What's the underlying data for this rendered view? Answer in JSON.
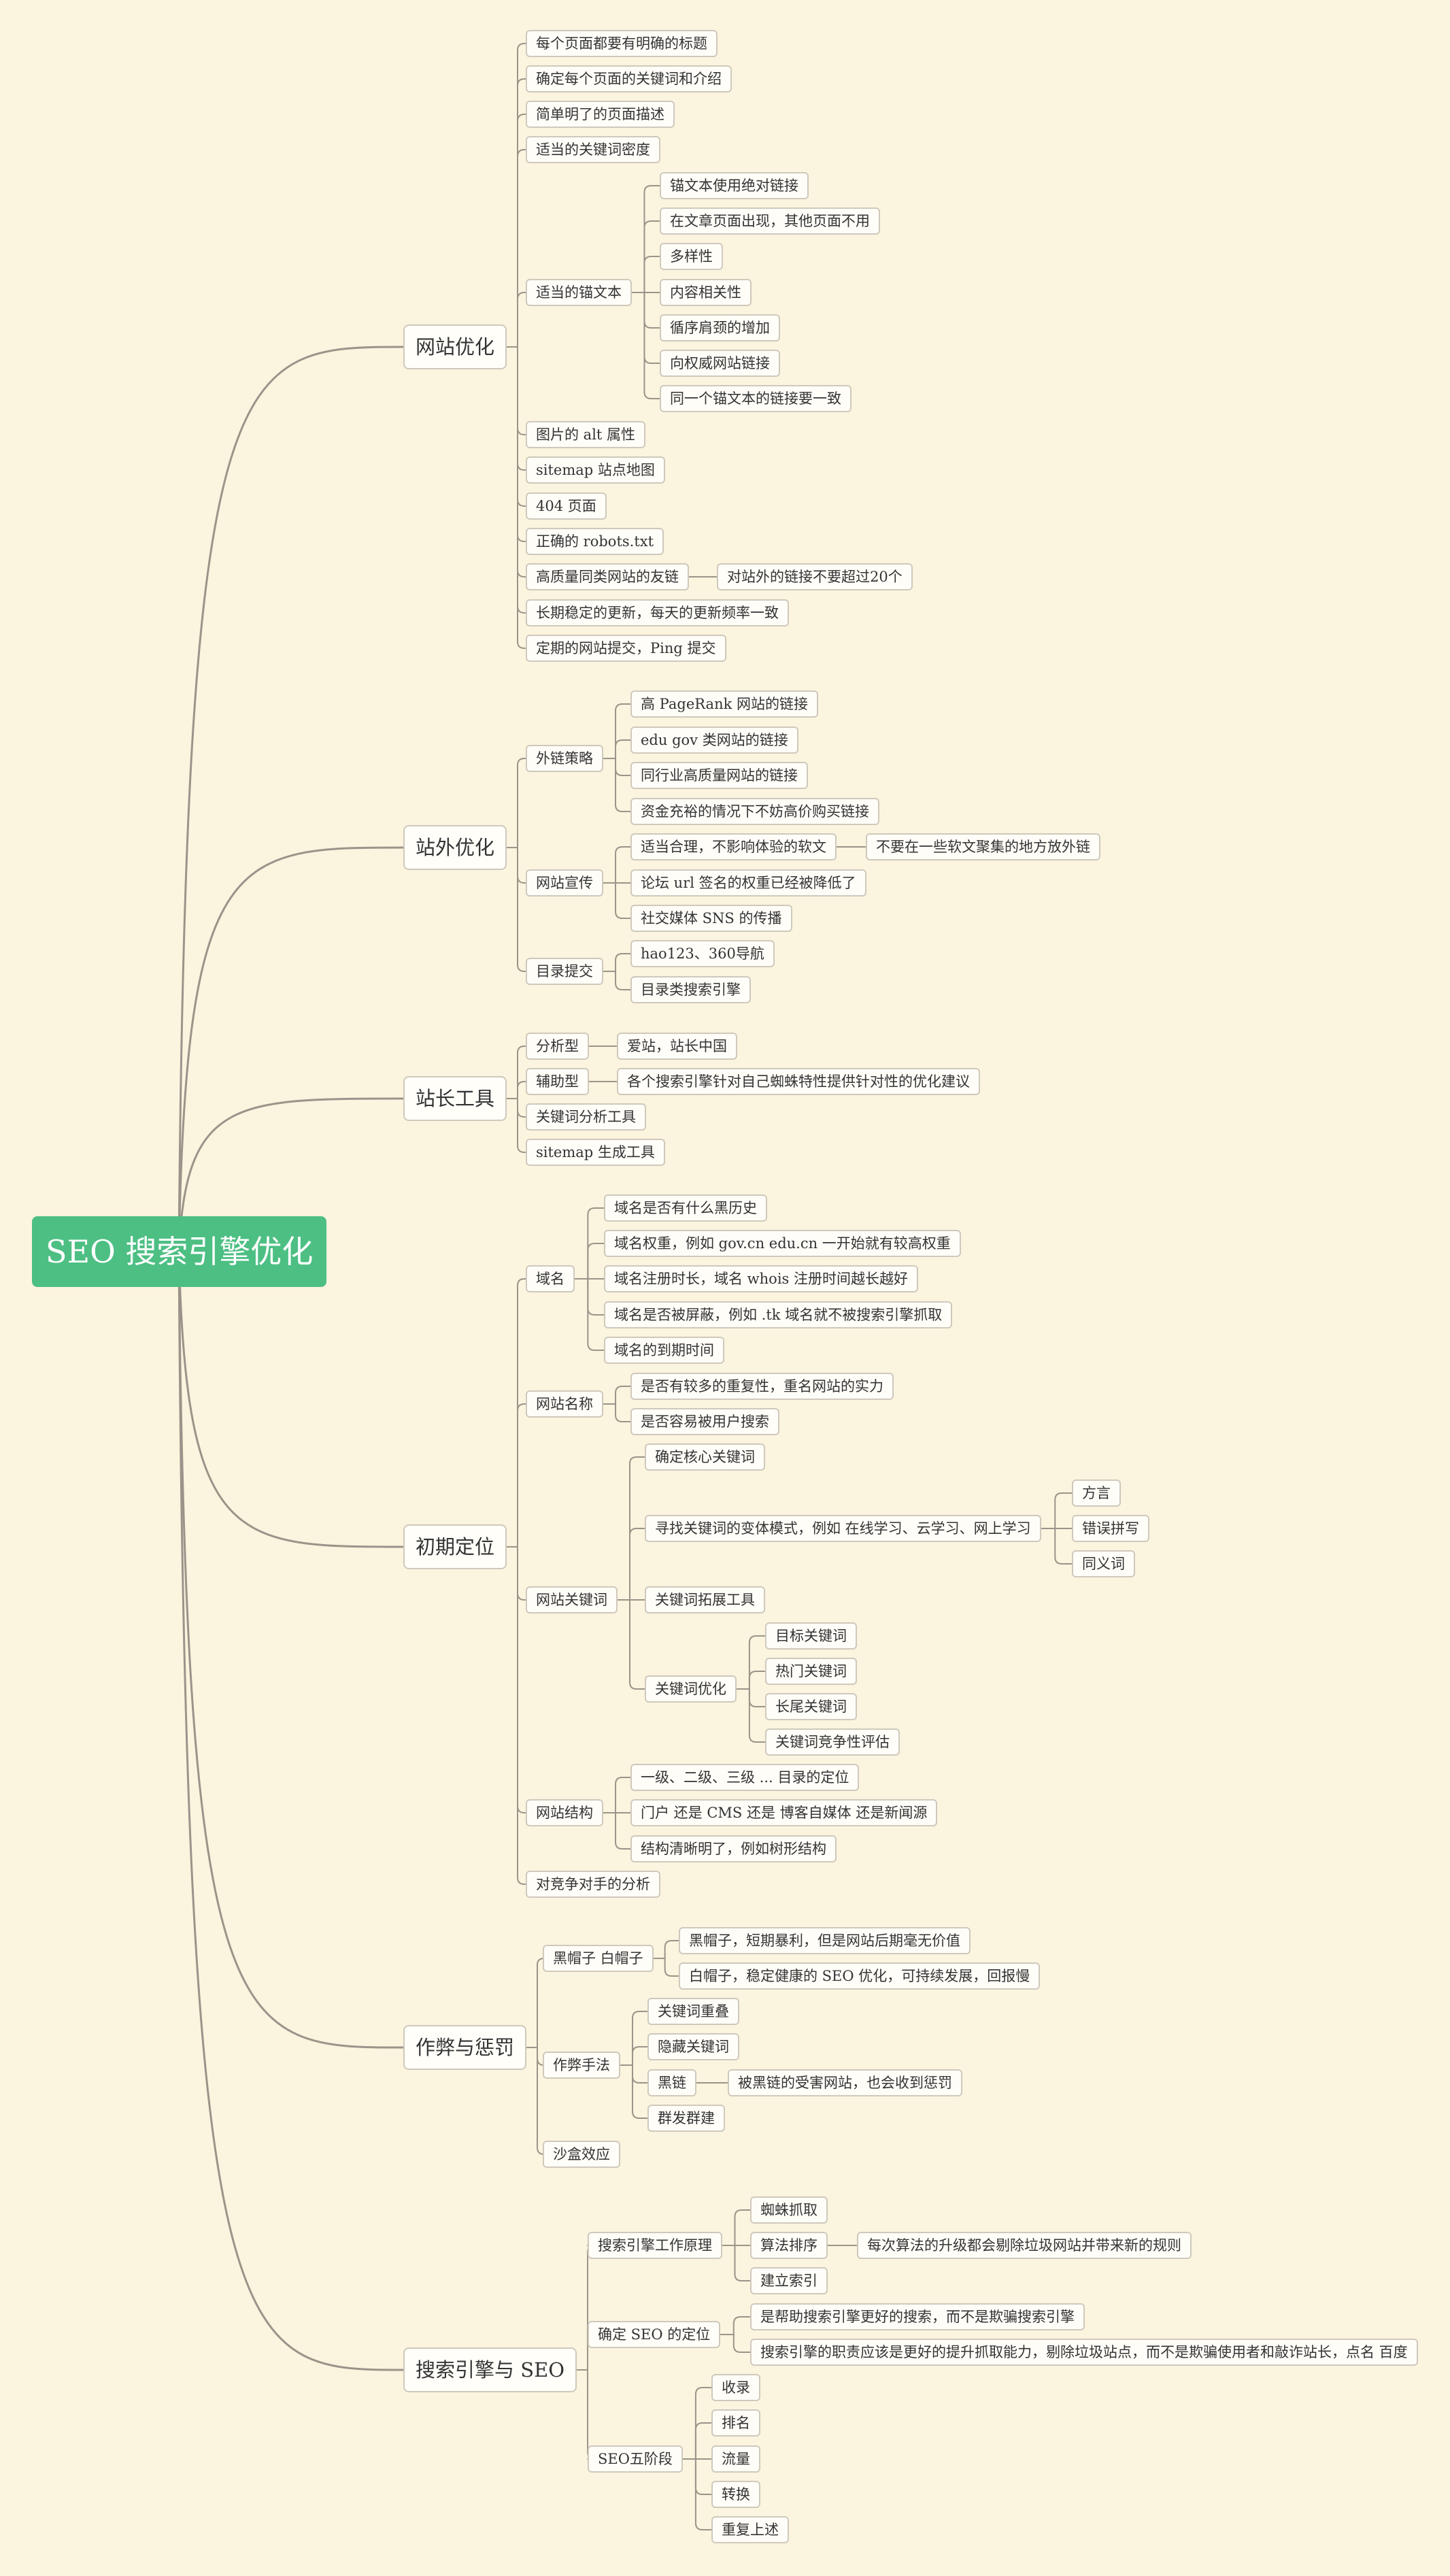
{
  "theme": {
    "background": "#fbf4de",
    "root_fill": "#4dbf83",
    "line_color": "#9a948a",
    "node_border": "#cfc9bd"
  },
  "root": {
    "label": "SEO 搜索引擎优化"
  },
  "nodes": [
    {
      "id": "n1",
      "parent": "root",
      "label": "网站优化"
    },
    {
      "id": "n1_1",
      "parent": "n1",
      "label": "每个页面都要有明确的标题"
    },
    {
      "id": "n1_2",
      "parent": "n1",
      "label": "确定每个页面的关键词和介绍"
    },
    {
      "id": "n1_3",
      "parent": "n1",
      "label": "简单明了的页面描述"
    },
    {
      "id": "n1_4",
      "parent": "n1",
      "label": "适当的关键词密度"
    },
    {
      "id": "n1_5",
      "parent": "n1",
      "label": "适当的锚文本"
    },
    {
      "id": "n1_5_1",
      "parent": "n1_5",
      "label": "锚文本使用绝对链接"
    },
    {
      "id": "n1_5_2",
      "parent": "n1_5",
      "label": "在文章页面出现，其他页面不用"
    },
    {
      "id": "n1_5_3",
      "parent": "n1_5",
      "label": "多样性"
    },
    {
      "id": "n1_5_4",
      "parent": "n1_5",
      "label": "内容相关性"
    },
    {
      "id": "n1_5_5",
      "parent": "n1_5",
      "label": "循序肩颈的增加"
    },
    {
      "id": "n1_5_6",
      "parent": "n1_5",
      "label": "向权威网站链接"
    },
    {
      "id": "n1_5_7",
      "parent": "n1_5",
      "label": "同一个锚文本的链接要一致"
    },
    {
      "id": "n1_6",
      "parent": "n1",
      "label": "图片的 alt 属性"
    },
    {
      "id": "n1_7",
      "parent": "n1",
      "label": "sitemap 站点地图"
    },
    {
      "id": "n1_8",
      "parent": "n1",
      "label": "404 页面"
    },
    {
      "id": "n1_9",
      "parent": "n1",
      "label": "正确的 robots.txt"
    },
    {
      "id": "n1_10",
      "parent": "n1",
      "label": "高质量同类网站的友链"
    },
    {
      "id": "n1_10_1",
      "parent": "n1_10",
      "label": "对站外的链接不要超过20个"
    },
    {
      "id": "n1_11",
      "parent": "n1",
      "label": "长期稳定的更新，每天的更新频率一致"
    },
    {
      "id": "n1_12",
      "parent": "n1",
      "label": "定期的网站提交，Ping 提交"
    },
    {
      "id": "n2",
      "parent": "root",
      "label": "站外优化"
    },
    {
      "id": "n2_1",
      "parent": "n2",
      "label": "外链策略"
    },
    {
      "id": "n2_1_1",
      "parent": "n2_1",
      "label": "高 PageRank 网站的链接"
    },
    {
      "id": "n2_1_2",
      "parent": "n2_1",
      "label": "edu gov 类网站的链接"
    },
    {
      "id": "n2_1_3",
      "parent": "n2_1",
      "label": "同行业高质量网站的链接"
    },
    {
      "id": "n2_1_4",
      "parent": "n2_1",
      "label": "资金充裕的情况下不妨高价购买链接"
    },
    {
      "id": "n2_2",
      "parent": "n2",
      "label": "网站宣传"
    },
    {
      "id": "n2_2_1",
      "parent": "n2_2",
      "label": "适当合理，不影响体验的软文"
    },
    {
      "id": "n2_2_1_1",
      "parent": "n2_2_1",
      "label": "不要在一些软文聚集的地方放外链"
    },
    {
      "id": "n2_2_2",
      "parent": "n2_2",
      "label": "论坛 url 签名的权重已经被降低了"
    },
    {
      "id": "n2_2_3",
      "parent": "n2_2",
      "label": "社交媒体 SNS 的传播"
    },
    {
      "id": "n2_3",
      "parent": "n2",
      "label": "目录提交"
    },
    {
      "id": "n2_3_1",
      "parent": "n2_3",
      "label": "hao123、360导航"
    },
    {
      "id": "n2_3_2",
      "parent": "n2_3",
      "label": "目录类搜索引擎"
    },
    {
      "id": "n3",
      "parent": "root",
      "label": "站长工具"
    },
    {
      "id": "n3_1",
      "parent": "n3",
      "label": "分析型"
    },
    {
      "id": "n3_1_1",
      "parent": "n3_1",
      "label": "爱站，站长中国"
    },
    {
      "id": "n3_2",
      "parent": "n3",
      "label": "辅助型"
    },
    {
      "id": "n3_2_1",
      "parent": "n3_2",
      "label": "各个搜索引擎针对自己蜘蛛特性提供针对性的优化建议"
    },
    {
      "id": "n3_3",
      "parent": "n3",
      "label": "关键词分析工具"
    },
    {
      "id": "n3_4",
      "parent": "n3",
      "label": "sitemap 生成工具"
    },
    {
      "id": "n4",
      "parent": "root",
      "label": "初期定位"
    },
    {
      "id": "n4_1",
      "parent": "n4",
      "label": "域名"
    },
    {
      "id": "n4_1_1",
      "parent": "n4_1",
      "label": "域名是否有什么黑历史"
    },
    {
      "id": "n4_1_2",
      "parent": "n4_1",
      "label": "域名权重，例如 gov.cn edu.cn 一开始就有较高权重"
    },
    {
      "id": "n4_1_3",
      "parent": "n4_1",
      "label": "域名注册时长，域名 whois 注册时间越长越好"
    },
    {
      "id": "n4_1_4",
      "parent": "n4_1",
      "label": "域名是否被屏蔽，例如 .tk 域名就不被搜索引擎抓取"
    },
    {
      "id": "n4_1_5",
      "parent": "n4_1",
      "label": "域名的到期时间"
    },
    {
      "id": "n4_2",
      "parent": "n4",
      "label": "网站名称"
    },
    {
      "id": "n4_2_1",
      "parent": "n4_2",
      "label": "是否有较多的重复性，重名网站的实力"
    },
    {
      "id": "n4_2_2",
      "parent": "n4_2",
      "label": "是否容易被用户搜索"
    },
    {
      "id": "n4_3",
      "parent": "n4",
      "label": "网站关键词"
    },
    {
      "id": "n4_3_1",
      "parent": "n4_3",
      "label": "确定核心关键词"
    },
    {
      "id": "n4_3_2",
      "parent": "n4_3",
      "label": "寻找关键词的变体模式，例如 在线学习、云学习、网上学习"
    },
    {
      "id": "n4_3_2_1",
      "parent": "n4_3_2",
      "label": "方言"
    },
    {
      "id": "n4_3_2_2",
      "parent": "n4_3_2",
      "label": "错误拼写"
    },
    {
      "id": "n4_3_2_3",
      "parent": "n4_3_2",
      "label": "同义词"
    },
    {
      "id": "n4_3_3",
      "parent": "n4_3",
      "label": "关键词拓展工具"
    },
    {
      "id": "n4_3_4",
      "parent": "n4_3",
      "label": "关键词优化"
    },
    {
      "id": "n4_3_4_1",
      "parent": "n4_3_4",
      "label": "目标关键词"
    },
    {
      "id": "n4_3_4_2",
      "parent": "n4_3_4",
      "label": "热门关键词"
    },
    {
      "id": "n4_3_4_3",
      "parent": "n4_3_4",
      "label": "长尾关键词"
    },
    {
      "id": "n4_3_4_4",
      "parent": "n4_3_4",
      "label": "关键词竞争性评估"
    },
    {
      "id": "n4_4",
      "parent": "n4",
      "label": "网站结构"
    },
    {
      "id": "n4_4_1",
      "parent": "n4_4",
      "label": "一级、二级、三级 ... 目录的定位"
    },
    {
      "id": "n4_4_2",
      "parent": "n4_4",
      "label": "门户 还是 CMS 还是 博客自媒体 还是新闻源"
    },
    {
      "id": "n4_4_3",
      "parent": "n4_4",
      "label": "结构清晰明了，例如树形结构"
    },
    {
      "id": "n4_5",
      "parent": "n4",
      "label": "对竞争对手的分析"
    },
    {
      "id": "n5",
      "parent": "root",
      "label": "作弊与惩罚"
    },
    {
      "id": "n5_1",
      "parent": "n5",
      "label": "黑帽子 白帽子"
    },
    {
      "id": "n5_1_1",
      "parent": "n5_1",
      "label": "黑帽子，短期暴利，但是网站后期毫无价值"
    },
    {
      "id": "n5_1_2",
      "parent": "n5_1",
      "label": "白帽子，稳定健康的 SEO 优化，可持续发展，回报慢"
    },
    {
      "id": "n5_2",
      "parent": "n5",
      "label": "作弊手法"
    },
    {
      "id": "n5_2_1",
      "parent": "n5_2",
      "label": "关键词重叠"
    },
    {
      "id": "n5_2_2",
      "parent": "n5_2",
      "label": "隐藏关键词"
    },
    {
      "id": "n5_2_3",
      "parent": "n5_2",
      "label": "黑链"
    },
    {
      "id": "n5_2_3_1",
      "parent": "n5_2_3",
      "label": "被黑链的受害网站，也会收到惩罚"
    },
    {
      "id": "n5_2_4",
      "parent": "n5_2",
      "label": "群发群建"
    },
    {
      "id": "n5_3",
      "parent": "n5",
      "label": "沙盒效应"
    },
    {
      "id": "n6",
      "parent": "root",
      "label": "搜索引擎与 SEO"
    },
    {
      "id": "n6_1",
      "parent": "n6",
      "label": "搜索引擎工作原理"
    },
    {
      "id": "n6_1_1",
      "parent": "n6_1",
      "label": "蜘蛛抓取"
    },
    {
      "id": "n6_1_2",
      "parent": "n6_1",
      "label": "算法排序"
    },
    {
      "id": "n6_1_2_1",
      "parent": "n6_1_2",
      "label": "每次算法的升级都会剔除垃圾网站并带来新的规则"
    },
    {
      "id": "n6_1_3",
      "parent": "n6_1",
      "label": "建立索引"
    },
    {
      "id": "n6_2",
      "parent": "n6",
      "label": "确定 SEO 的定位"
    },
    {
      "id": "n6_2_1",
      "parent": "n6_2",
      "label": "是帮助搜索引擎更好的搜索，而不是欺骗搜索引擎"
    },
    {
      "id": "n6_2_2",
      "parent": "n6_2",
      "label": "搜索引擎的职责应该是更好的提升抓取能力，剔除垃圾站点，而不是欺骗使用者和敲诈站长，点名 百度"
    },
    {
      "id": "n6_3",
      "parent": "n6",
      "label": "SEO五阶段"
    },
    {
      "id": "n6_3_1",
      "parent": "n6_3",
      "label": "收录"
    },
    {
      "id": "n6_3_2",
      "parent": "n6_3",
      "label": "排名"
    },
    {
      "id": "n6_3_3",
      "parent": "n6_3",
      "label": "流量"
    },
    {
      "id": "n6_3_4",
      "parent": "n6_3",
      "label": "转换"
    },
    {
      "id": "n6_3_5",
      "parent": "n6_3",
      "label": "重复上述"
    }
  ]
}
